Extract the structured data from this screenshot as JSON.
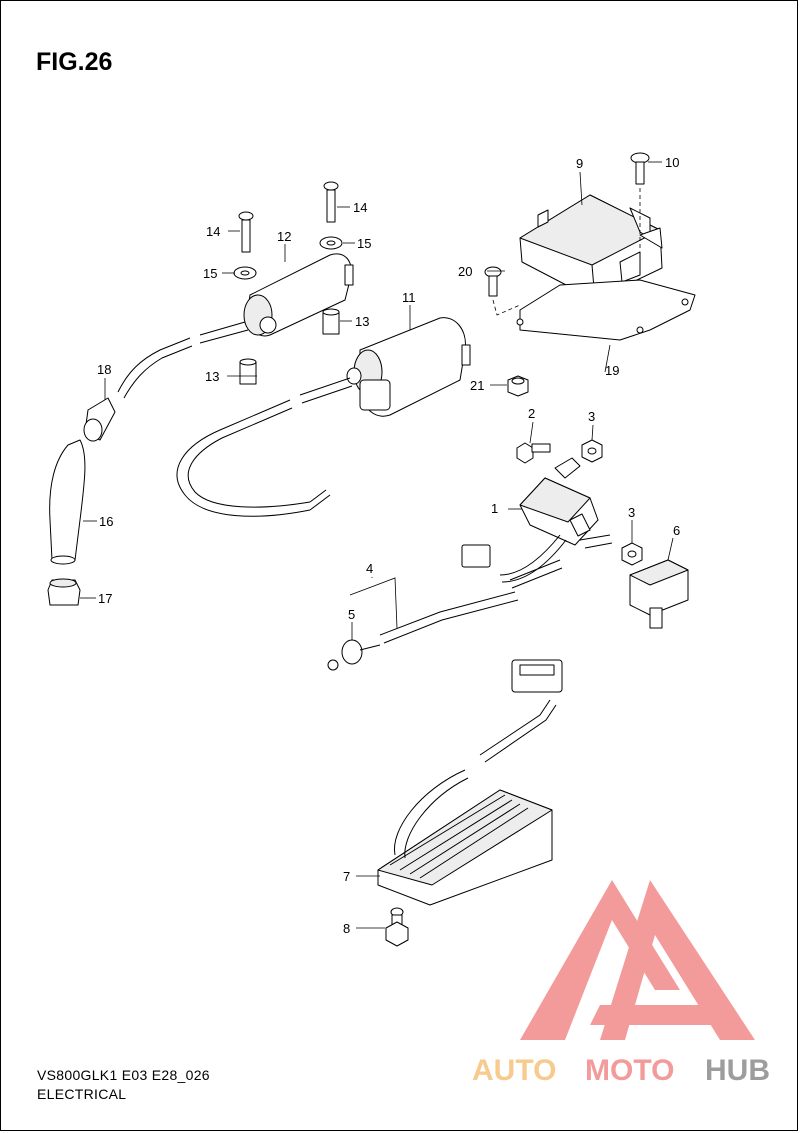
{
  "figure": {
    "title": "FIG.26",
    "model_code": "VS800GLK1 E03 E28_026",
    "category": "ELECTRICAL"
  },
  "callouts": {
    "c1": "1",
    "c2": "2",
    "c3a": "3",
    "c3b": "3",
    "c4": "4",
    "c5": "5",
    "c6": "6",
    "c7": "7",
    "c8": "8",
    "c9": "9",
    "c10": "10",
    "c11": "11",
    "c12": "12",
    "c13a": "13",
    "c13b": "13",
    "c14a": "14",
    "c14b": "14",
    "c15a": "15",
    "c15b": "15",
    "c16": "16",
    "c17": "17",
    "c18": "18",
    "c19": "19",
    "c20": "20",
    "c21": "21"
  },
  "watermark": {
    "part1": "AUTO",
    "part2": "MOTO",
    "part3": "HUB",
    "color_primary": "#f28a8a",
    "color_secondary": "#f5c27a",
    "color_dark": "#8c8c8c"
  }
}
